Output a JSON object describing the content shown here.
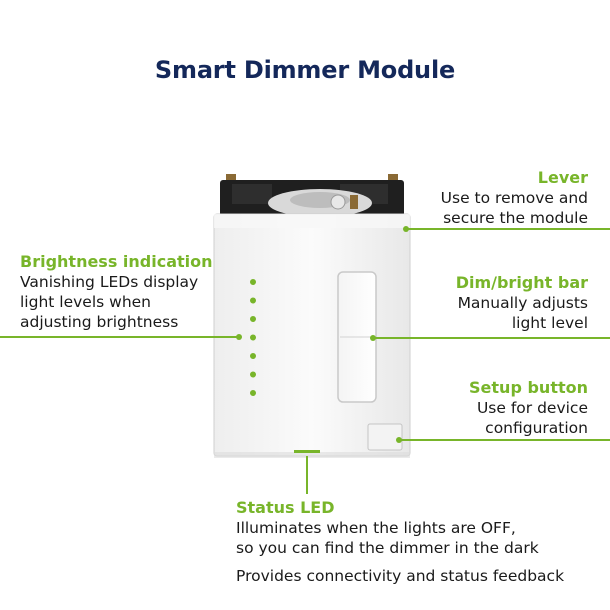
{
  "title": "Smart Dimmer Module",
  "colors": {
    "accent": "#78b52a",
    "title": "#14285a",
    "body": "#1a1a1a"
  },
  "callouts": {
    "lever": {
      "heading": "Lever",
      "lines": [
        "Use to remove and",
        "secure the module"
      ]
    },
    "dim_bar": {
      "heading": "Dim/bright bar",
      "lines": [
        "Manually adjusts",
        "light level"
      ]
    },
    "setup_button": {
      "heading": "Setup button",
      "lines": [
        "Use for device",
        "configuration"
      ]
    },
    "brightness": {
      "heading": "Brightness indication",
      "lines": [
        "Vanishing LEDs display",
        "light levels when",
        "adjusting brightness"
      ]
    },
    "status_led": {
      "heading": "Status LED",
      "lines": [
        "Illuminates when the lights are OFF,",
        "so you can find the dimmer in the dark"
      ]
    }
  },
  "footer": "Provides connectivity and status feedback",
  "brightness_led_count": 7
}
